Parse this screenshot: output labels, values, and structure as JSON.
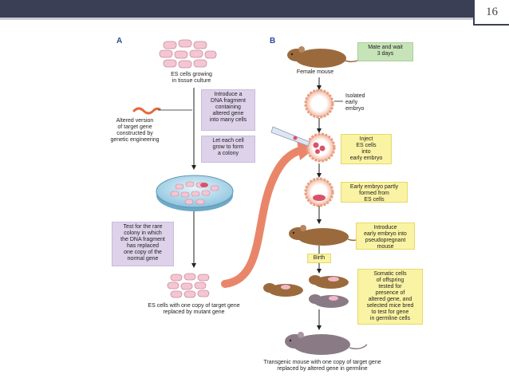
{
  "slide": {
    "page_number": "16"
  },
  "panel_a": {
    "label": "A",
    "es_cells_caption": "ES cells growing\nin tissue culture",
    "altered_gene_caption": "Altered version\nof target gene\nconstructed by\ngenetic engineering",
    "step_introduce": "Introduce a\nDNA fragment\ncontaining\naltered gene\ninto many cells",
    "step_colony": "Let each cell\ngrow to form\na colony",
    "step_test": "Test for the rare\ncolony in which\nthe DNA fragment\nhas replaced\none copy of the\nnormal gene",
    "result_caption": "ES cells with one copy of target gene\nreplaced by mutant gene"
  },
  "panel_b": {
    "label": "B",
    "mate_wait": "Mate and wait\n3 days",
    "female_mouse": "Female mouse",
    "isolated_embryo": "Isolated\nearly\nembryo",
    "inject": "Inject\nES cells\ninto\nearly embryo",
    "partly_formed": "Early embryo partly\nformed from\nES cells",
    "introduce_pseudo": "Introduce\nearly embryo into\npseudopregnant\nmouse",
    "birth": "Birth",
    "somatic_test": "Somatic cells\nof offspring\ntested for\npresence of\naltered gene, and\nselected mice bred\nto test for gene\nin germline cells",
    "transgenic_caption": "Transgenic mouse with one copy of target gene\nreplaced by altered gene in germline"
  },
  "colors": {
    "purple_box": "#ddd2ea",
    "green_box": "#c7e3b8",
    "yellow_box": "#faf3a3",
    "big_arrow": "#e9866a",
    "cell_fill": "#f4c6d2",
    "brown_mouse": "#9b6a3c",
    "gray_mouse": "#8a7a86"
  }
}
